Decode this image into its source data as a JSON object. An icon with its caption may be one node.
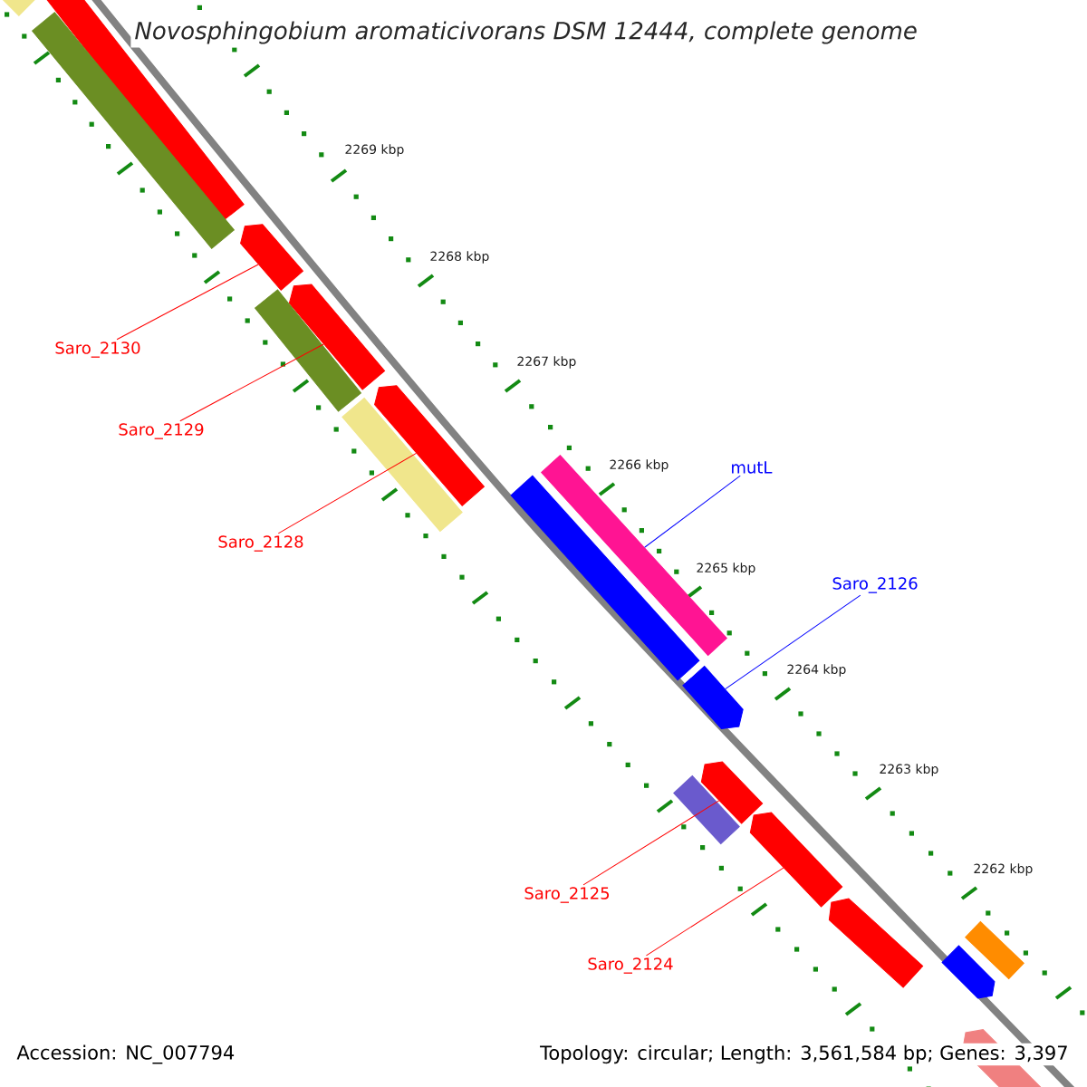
{
  "diagram": {
    "title": "Novosphingobium aromaticivorans DSM 12444, complete genome",
    "nodes": [
      {
        "text": [
          "Saro_2130"
        ]
      },
      {
        "text": [
          "Saro_2129"
        ]
      },
      {
        "text": [
          "mutL"
        ]
      },
      {
        "text": [
          "Saro_2128"
        ]
      },
      {
        "text": [
          "Saro_2126"
        ]
      },
      {
        "text": [
          "Saro_2125"
        ]
      },
      {
        "text": [
          "Saro_2124"
        ]
      },
      {
        "text": [],
        "shape": "bar"
      },
      {
        "text": [],
        "shape": "pentagon"
      },
      {
        "text": [],
        "shape": "bar"
      },
      {
        "text": [],
        "shape": "pentagon"
      },
      {
        "text": [],
        "shape": "pentagon"
      },
      {
        "text": [],
        "shape": "bar"
      },
      {
        "text": [],
        "shape": "pentagon"
      },
      {
        "text": [],
        "shape": "bar"
      },
      {
        "text": [],
        "shape": "bar"
      },
      {
        "text": [],
        "shape": "bar"
      },
      {
        "text": [],
        "shape": "pentagon"
      },
      {
        "text": [],
        "shape": "pentagon"
      },
      {
        "text": [],
        "shape": "bar"
      },
      {
        "text": [],
        "shape": "pentagon"
      },
      {
        "text": [],
        "shape": "pentagon"
      },
      {
        "text": [],
        "shape": "bar"
      },
      {
        "text": [],
        "shape": "pentagon"
      },
      {
        "text": [],
        "shape": "pentagon"
      }
    ],
    "edges": [
      {
        "from": 0,
        "to": 10,
        "arrow": "none"
      },
      {
        "from": 1,
        "to": 11,
        "arrow": "none"
      },
      {
        "from": 2,
        "to": 15,
        "arrow": "none",
        "color": "#0000ff"
      },
      {
        "from": 3,
        "to": 13,
        "arrow": "none"
      },
      {
        "from": 4,
        "to": 17,
        "arrow": "none",
        "color": "#0000ff"
      },
      {
        "from": 5,
        "to": 18,
        "arrow": "none"
      },
      {
        "from": 6,
        "to": 20,
        "arrow": "none"
      }
    ],
    "labels": [
      "2269 kbp",
      "2268 kbp",
      "2267 kbp",
      "2266 kbp",
      "2265 kbp",
      "2264 kbp",
      "2263 kbp",
      "2262 kbp",
      "Accession: NC_007794",
      "Topology: circular; Length: 3,561,584 bp; Genes: 3,397"
    ]
  }
}
